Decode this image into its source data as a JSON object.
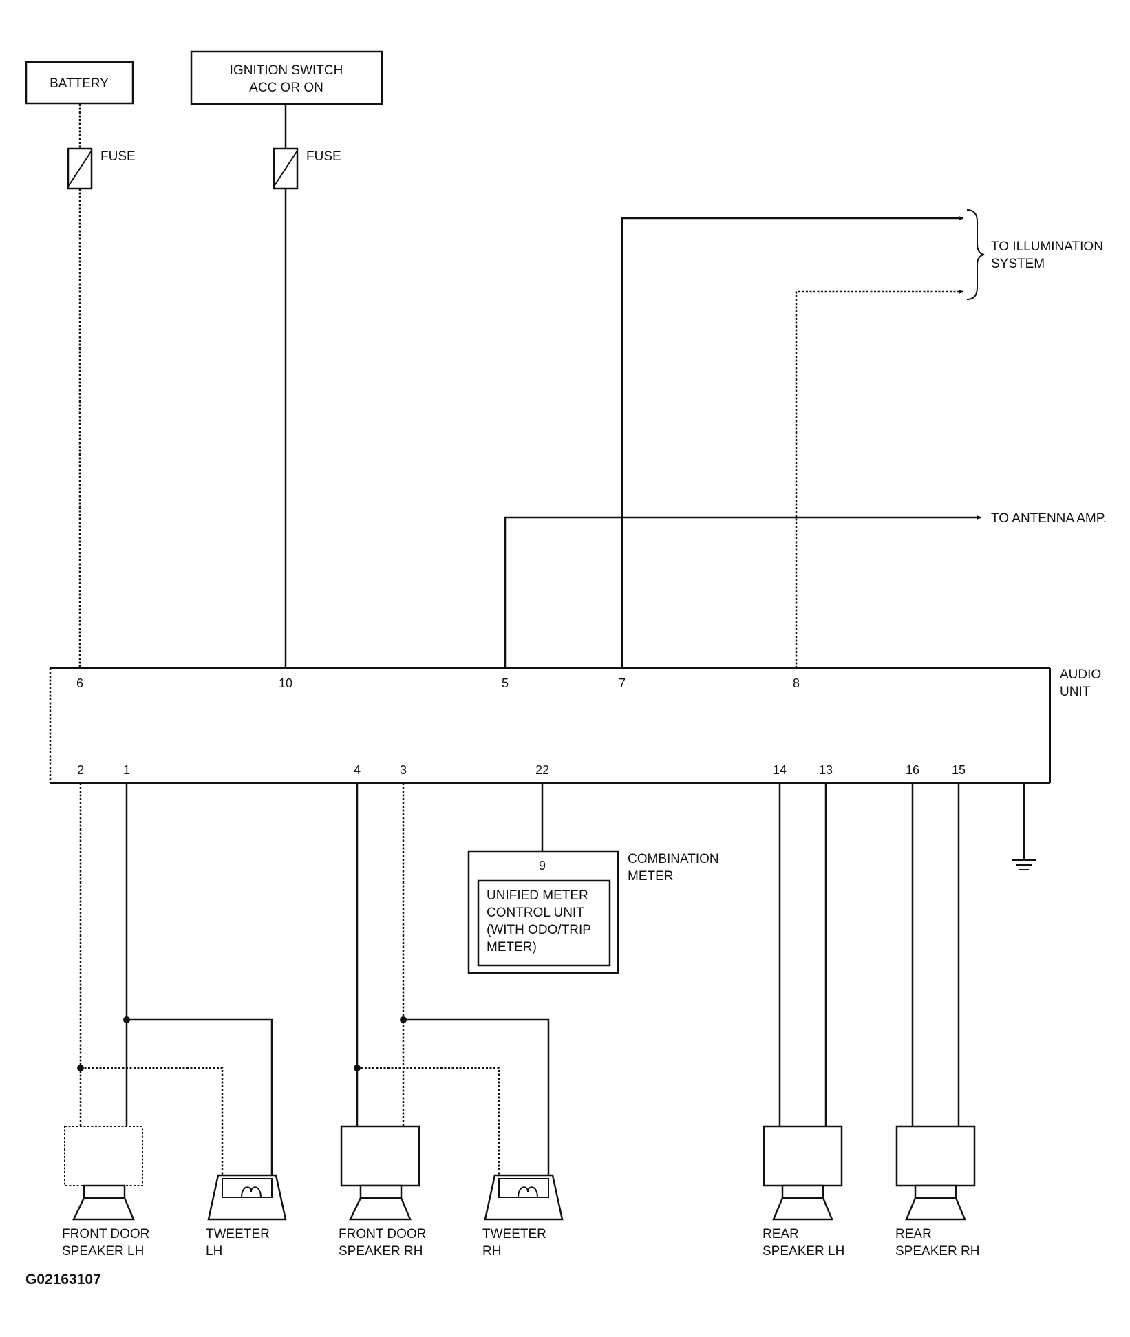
{
  "components": {
    "battery": "BATTERY",
    "ignition_switch": [
      "IGNITION SWITCH",
      "ACC OR ON"
    ],
    "fuse_battery": "FUSE",
    "fuse_ignition": "FUSE",
    "illumination": [
      "TO ILLUMINATION",
      "SYSTEM"
    ],
    "antenna_amp": "TO ANTENNA AMP.",
    "audio_unit": [
      "AUDIO",
      "UNIT"
    ],
    "combination_meter": [
      "COMBINATION",
      "METER"
    ],
    "combination_meter_pin": "9",
    "unified_meter": [
      "UNIFIED METER",
      "CONTROL UNIT",
      "(WITH ODO/TRIP",
      "METER)"
    ]
  },
  "audio_unit_pins": {
    "top": [
      "6",
      "10",
      "5",
      "7",
      "8"
    ],
    "bottom": [
      "2",
      "1",
      "4",
      "3",
      "22",
      "14",
      "13",
      "16",
      "15"
    ]
  },
  "speakers": {
    "front_door_lh": [
      "FRONT DOOR",
      "SPEAKER LH"
    ],
    "tweeter_lh": [
      "TWEETER",
      "LH"
    ],
    "front_door_rh": [
      "FRONT DOOR",
      "SPEAKER RH"
    ],
    "tweeter_rh": [
      "TWEETER",
      "RH"
    ],
    "rear_lh": [
      "REAR",
      "SPEAKER LH"
    ],
    "rear_rh": [
      "REAR",
      "SPEAKER RH"
    ]
  },
  "figure_id": "G02163107"
}
